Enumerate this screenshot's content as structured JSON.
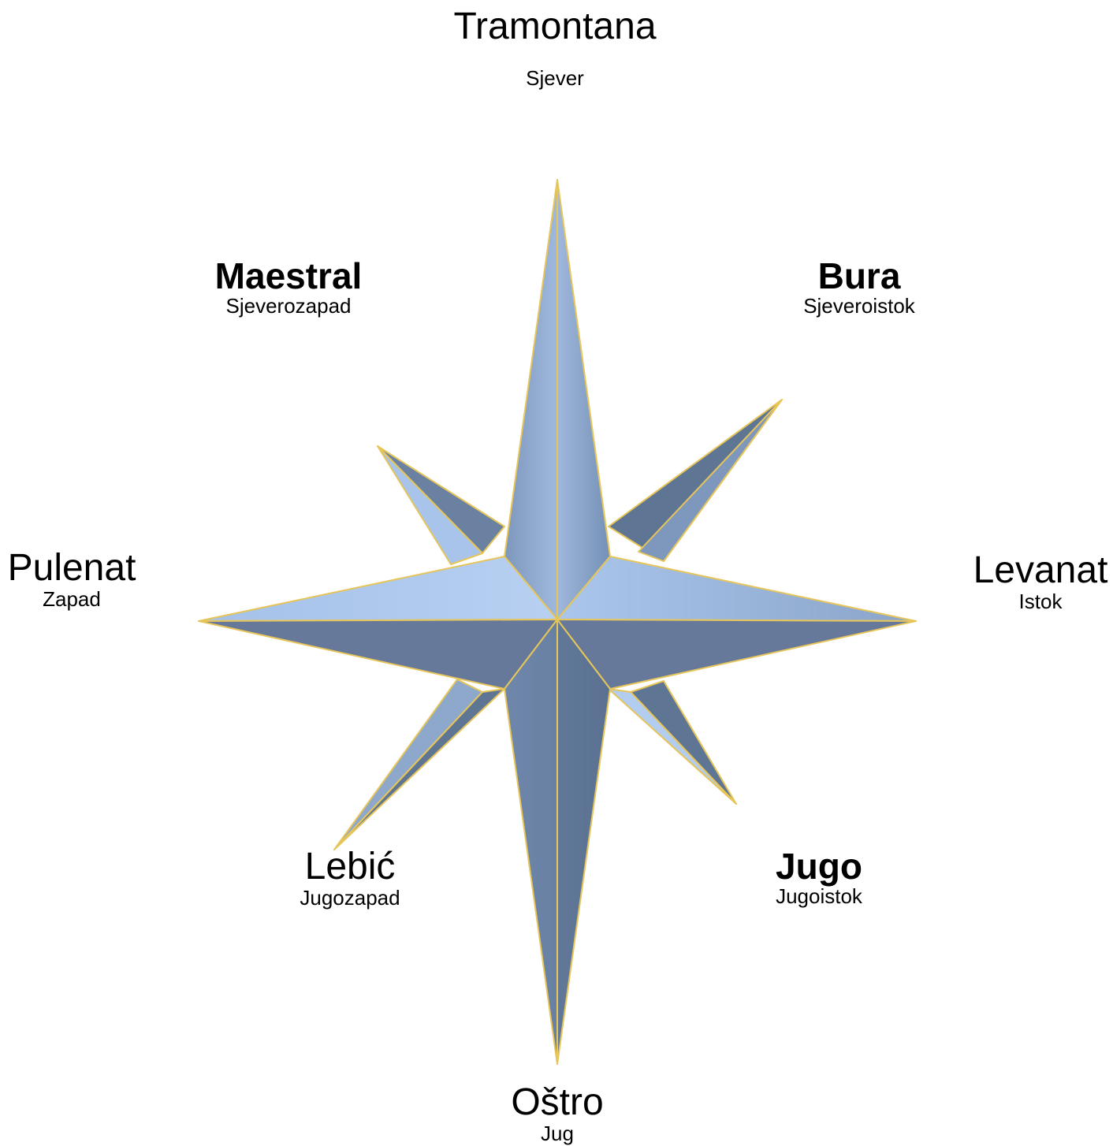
{
  "winds": {
    "north": {
      "name": "Tramontana",
      "direction": "Sjever"
    },
    "northwest": {
      "name": "Maestral",
      "direction": "Sjeverozapad"
    },
    "northeast": {
      "name": "Bura",
      "direction": "Sjeveroistok"
    },
    "west": {
      "name": "Pulenat",
      "direction": "Zapad"
    },
    "east": {
      "name": "Levanat",
      "direction": "Istok"
    },
    "southwest": {
      "name": "Lebić",
      "direction": "Jugozapad"
    },
    "southeast": {
      "name": "Jugo",
      "direction": "Jugoistok"
    },
    "south": {
      "name": "Oštro",
      "direction": "Jug"
    }
  },
  "colors": {
    "star_light": "#b3cdf0",
    "star_mid": "#8ea8cc",
    "star_dark": "#5f7594",
    "star_outline": "#e6c55a"
  }
}
